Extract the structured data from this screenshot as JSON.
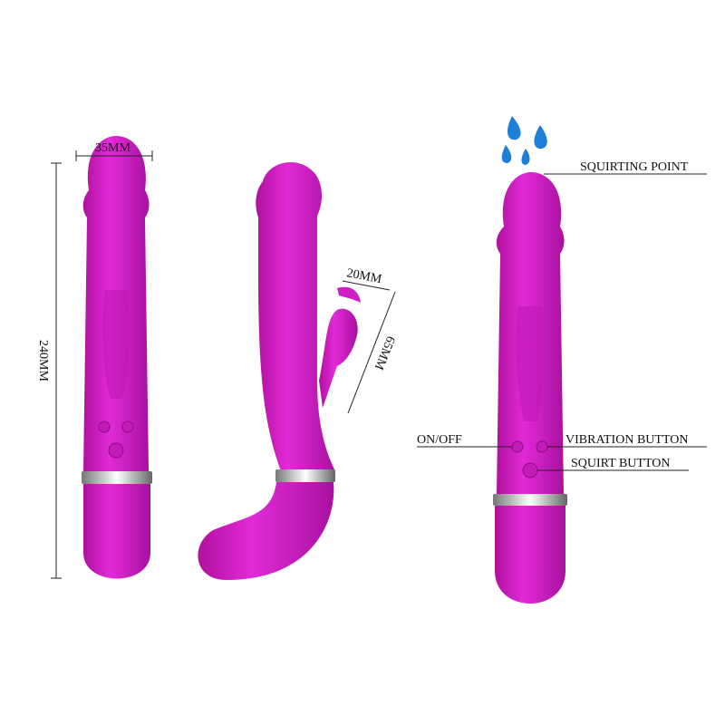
{
  "colors": {
    "body": "#d11ec8",
    "body_dark": "#a5129e",
    "band": "#c8c8c8",
    "splash": "#1e7fd6"
  },
  "dimensions": {
    "width": "35MM",
    "length": "240MM",
    "rabbit_width": "20MM",
    "rabbit_length": "65MM"
  },
  "callouts": {
    "squirting_point": "SQUIRTING POINT",
    "on_off": "ON/OFF",
    "vibration_button": "VIBRATION BUTTON",
    "squirt_button": "SQUIRT BUTTON"
  }
}
